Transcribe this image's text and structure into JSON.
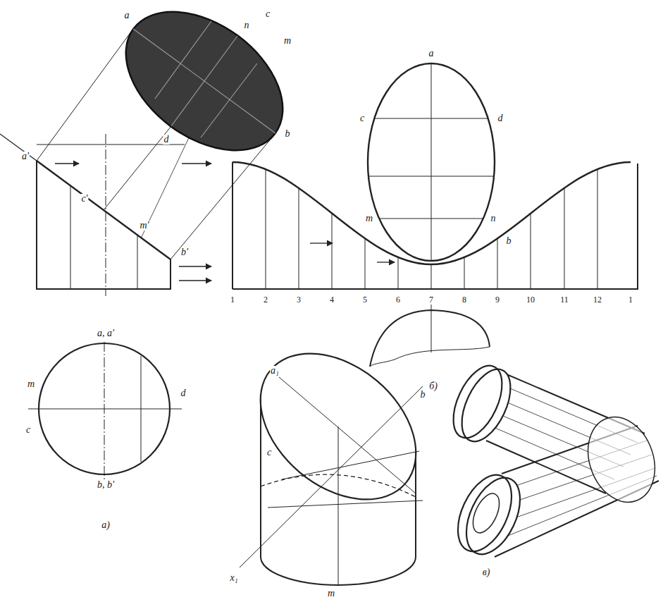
{
  "diagram": {
    "labels": [
      "a",
      "c",
      "m",
      "b",
      "d",
      "n",
      "a'",
      "c'",
      "m'",
      "b'",
      "a",
      "c",
      "d",
      "m",
      "n",
      "b",
      "б)",
      "а)",
      "в)",
      "a₁",
      "x₁",
      "m",
      "b",
      "c",
      "a, a'",
      "m",
      "c",
      "b, b'",
      "d",
      "1",
      "2",
      "3",
      "4",
      "5",
      "6",
      "7",
      "8",
      "9",
      "10",
      "11",
      "12",
      "1"
    ]
  }
}
